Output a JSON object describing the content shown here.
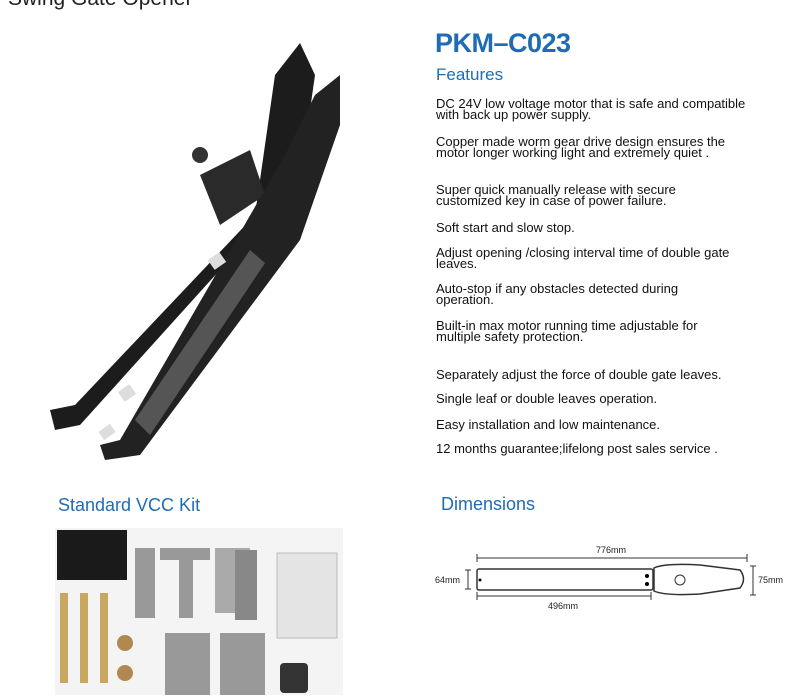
{
  "document_title": "Swing Gate Opener",
  "model": "PKM–C023",
  "features": {
    "heading": "Features",
    "items": [
      "DC 24V low voltage motor that is safe and compatible with back up power supply.",
      "Copper made worm gear drive design ensures the motor longer working light and extremely quiet .",
      "Super quick manually  release with secure customized key in case of power failure.",
      "Soft start and slow stop.",
      "Adjust opening /closing interval time of double gate leaves.",
      "Auto-stop if any obstacles detected during operation.",
      "Built-in max motor running time adjustable for multiple safety protection.",
      "Separately adjust the force of double gate leaves.",
      "Single leaf or double leaves operation.",
      "Easy installation and low maintenance.",
      "12 months guarantee;lifelong post sales service ."
    ]
  },
  "kit": {
    "heading": "Standard VCC Kit"
  },
  "dimensions": {
    "heading": "Dimensions",
    "total_length": "776mm",
    "arm_length": "496mm",
    "arm_height": "64mm",
    "motor_height": "75mm"
  },
  "colors": {
    "accent": "#1e6cb5"
  }
}
